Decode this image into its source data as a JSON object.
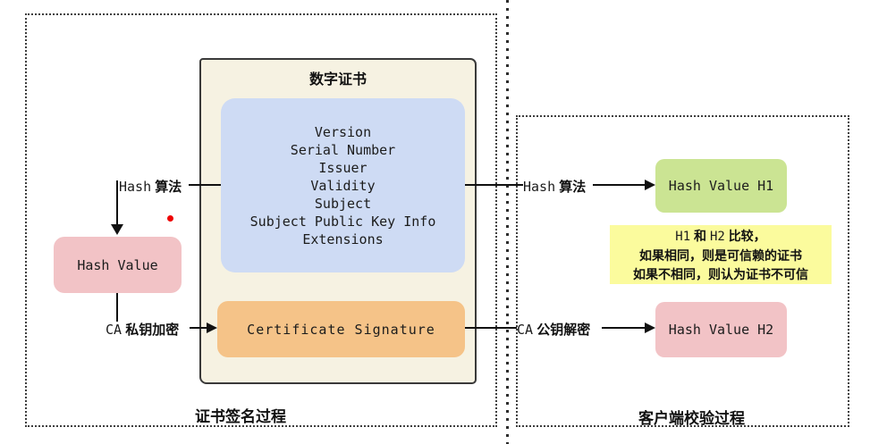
{
  "palette": {
    "certificate_bg": "#f6f2e2",
    "tbs_fields_bg": "#cedbf4",
    "signature_bg": "#f5c388",
    "hash_value_bg": "#f2c3c6",
    "hash_h1_bg": "#cbe493",
    "hash_h2_bg": "#f2c3c6",
    "note_bg": "#fbfb9d",
    "line_color": "#111111",
    "red_dot": "#ee0202"
  },
  "left_panel": {
    "caption": "证书签名过程",
    "hash_algo_label": {
      "en": "Hash",
      "zh": "算法"
    },
    "ca_key_label": {
      "en": "CA",
      "zh": "私钥加密"
    },
    "hash_value_box": "Hash Value",
    "certificate": {
      "title": "数字证书",
      "tbs_fields": [
        "Version",
        "Serial Number",
        "Issuer",
        "Validity",
        "Subject",
        "Subject Public Key Info",
        "Extensions"
      ],
      "signature_box": "Certificate Signature"
    }
  },
  "right_panel": {
    "caption": "客户端校验过程",
    "hash_algo_label": {
      "en": "Hash",
      "zh": "算法"
    },
    "ca_key_label": {
      "en": "CA",
      "zh": "公钥解密"
    },
    "hash_h1_box": "Hash Value H1",
    "hash_h2_box": "Hash Value H2",
    "compare_note": {
      "l1_h1": "H1",
      "l1_mid": "和",
      "l1_h2": "H2",
      "l1_end": "比较，",
      "l2": "如果相同，则是可信赖的证书",
      "l3": "如果不相同，则认为证书不可信"
    }
  }
}
